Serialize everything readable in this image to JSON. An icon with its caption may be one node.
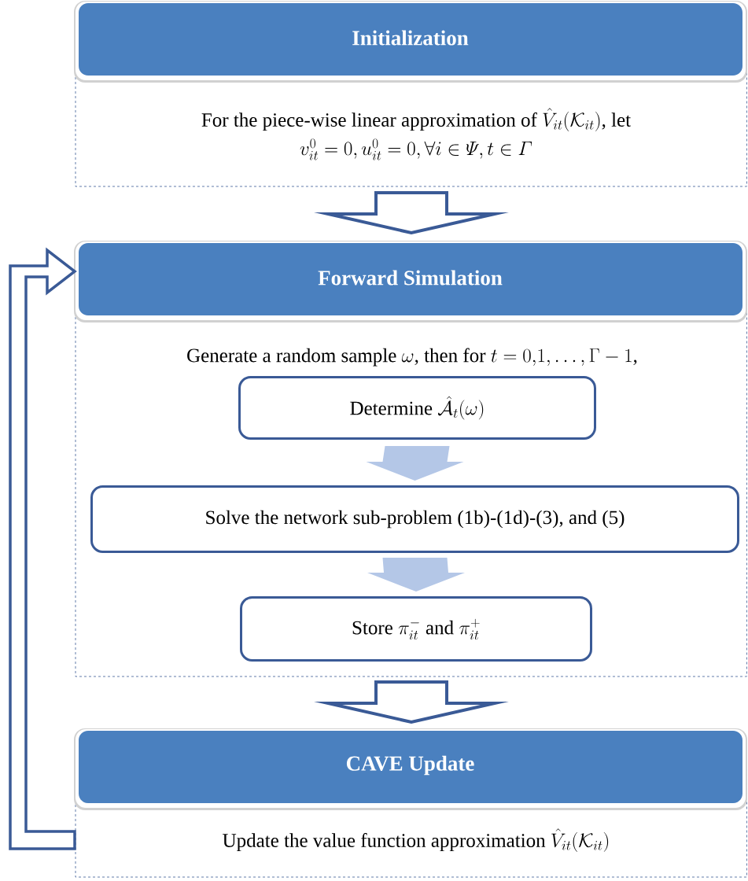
{
  "diagram": {
    "nodes": [
      {
        "text": [
          "Initialization",
          "\\text{For the piece-wise linear approximation of } \\hat{V}_{it}(\\mathcal{K}_{it})\\text{, let}",
          "v_{it}^{0} = 0, u_{it}^{0} = 0, \\forall i \\in \\varPsi, t \\in \\varGamma"
        ]
      },
      {
        "text": [
          "Forward Simulation",
          "\\text{Generate a random sample } \\omega\\text{, then for } t = 0{,}1, \\ldots, \\Gamma - 1\\text{,}"
        ]
      },
      {
        "text": [
          "\\text{Determine } \\hat{\\mathcal{A}}_{t}(\\omega)"
        ],
        "in": 1
      },
      {
        "text": [
          "Solve the network sub-problem (1b)-(1d)-(3), and (5)"
        ],
        "in": 1
      },
      {
        "text": [
          "\\text{Store } \\pi_{it}^{-} \\text{ and } \\pi_{it}^{+}"
        ],
        "in": 1
      },
      {
        "text": [
          "CAVE Update",
          "\\text{Update the value function approximation } \\hat{V}_{it}(\\mathcal{K}_{it})"
        ]
      }
    ],
    "edges": [
      {
        "from": 0,
        "to": 1,
        "arrow": "to"
      },
      {
        "from": 2,
        "to": 3,
        "arrow": "to",
        "color": "#b4c7e7"
      },
      {
        "from": 3,
        "to": 4,
        "arrow": "to",
        "color": "#b4c7e7"
      },
      {
        "from": 1,
        "to": 5,
        "arrow": "to"
      },
      {
        "from": 5,
        "to": 1,
        "arrow": "to"
      }
    ]
  }
}
